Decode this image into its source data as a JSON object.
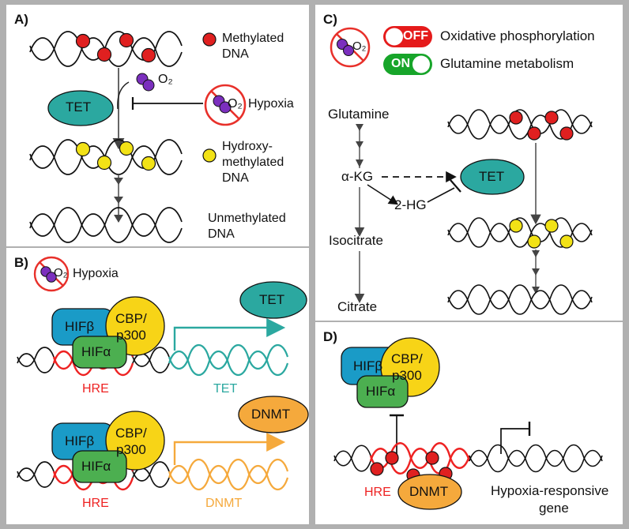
{
  "figure": {
    "panels": [
      "A",
      "B",
      "C",
      "D"
    ],
    "background_color": "#b0b0b0",
    "panel_background": "#ffffff"
  },
  "colors": {
    "methylated_dna_dot": "#e02020",
    "hydroxymethylated_dna_dot": "#f2e216",
    "tet_protein": "#2BA8A0",
    "dnmt_protein": "#F5A93C",
    "hif_beta": "#1A9BC7",
    "hif_alpha": "#4CAF50",
    "cbp_p300": "#F7D417",
    "hre_dna": "#ee2222",
    "oxygen_molecule": "#7B2FBE",
    "hypoxia_cross": "#e8302a",
    "toggle_off": "#e51b1b",
    "toggle_on": "#17a52a",
    "dna_strand": "#111111"
  },
  "panelA": {
    "label": "A)",
    "dna_top": "methylated-dna-strand",
    "dna_middle": "hydroxymethylated-dna-strand",
    "dna_bottom": "unmethylated-dna-strand",
    "enzyme": "TET",
    "oxygen_label": "O₂",
    "hypoxia_label": "Hypoxia",
    "hypoxia_oxygen_label": "O₂",
    "legend": [
      {
        "marker": "red-dot",
        "line1": "Methylated",
        "line2": "DNA"
      },
      {
        "marker": "yellow-dot",
        "line1": "Hydroxy-",
        "line2": "methylated",
        "line3": "DNA"
      },
      {
        "marker": "none",
        "line1": "Unmethylated",
        "line2": "DNA"
      }
    ]
  },
  "panelB": {
    "label": "B)",
    "hypoxia_label": "Hypoxia",
    "hypoxia_oxygen_label": "O₂",
    "complexes": [
      {
        "hif_beta": "HIFβ",
        "cbp_line1": "CBP/",
        "cbp_line2": "p300",
        "hif_alpha": "HIFα"
      },
      {
        "hif_beta": "HIFβ",
        "cbp_line1": "CBP/",
        "cbp_line2": "p300",
        "hif_alpha": "HIFα"
      }
    ],
    "hre_label_top": "HRE",
    "hre_label_bottom": "HRE",
    "gene_label_top": "TET",
    "gene_label_bottom": "DNMT",
    "product_top": "TET",
    "product_bottom": "DNMT"
  },
  "panelC": {
    "label": "C)",
    "oxygen_label": "O₂",
    "toggles": [
      {
        "state": "OFF",
        "process": "Oxidative phosphorylation",
        "color": "#e51b1b",
        "knob_side": "left"
      },
      {
        "state": "ON",
        "process": "Glutamine metabolism",
        "color": "#17a52a",
        "knob_side": "right"
      }
    ],
    "pathway": [
      "Glutamine",
      "α-KG",
      "Isocitrate",
      "Citrate"
    ],
    "branch_metabolite": "2-HG",
    "enzyme": "TET",
    "dna_top": "methylated-dna-strand",
    "dna_middle": "hydroxymethylated-dna-strand",
    "dna_bottom": "unmethylated-dna-strand"
  },
  "panelD": {
    "label": "D)",
    "hif_beta": "HIFβ",
    "cbp_line1": "CBP/",
    "cbp_line2": "p300",
    "hif_alpha": "HIFα",
    "hre_label": "HRE",
    "dnmt_label": "DNMT",
    "gene_line1": "Hypoxia-responsive",
    "gene_line2": "gene"
  }
}
